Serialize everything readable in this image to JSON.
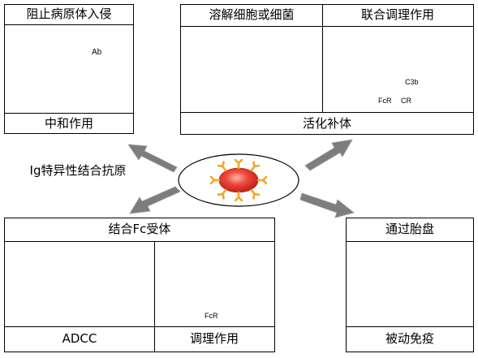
{
  "center_label": "Ig特异性结合抗原",
  "panels": {
    "neutralize": {
      "header": "阻止病原体入侵",
      "footer": "中和作用",
      "ab_label": "Ab"
    },
    "lysis": {
      "header": "溶解细胞或细菌"
    },
    "complement_opsonize": {
      "header": "联合调理作用",
      "c3b": "C3b",
      "fcr": "FcR",
      "cr": "CR"
    },
    "complement": {
      "footer": "活化补体"
    },
    "fc_receptor": {
      "header": "结合Fc受体",
      "adcc_label": "ADCC",
      "opsonize_label": "调理作用",
      "fcr": "FcR"
    },
    "placenta": {
      "header": "通过胎盘",
      "footer": "被动免疫"
    }
  },
  "colors": {
    "antigen_fill": "#e8403a",
    "antibody": "#f5a623",
    "membrane": "#f2d45c",
    "arrow": "#808080"
  }
}
